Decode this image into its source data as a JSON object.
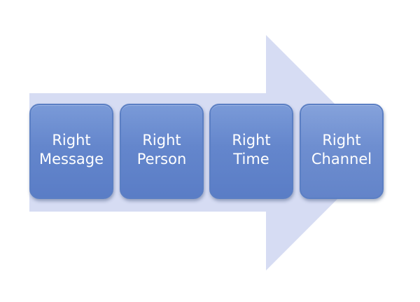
{
  "diagram": {
    "steps": [
      {
        "line1": "Right",
        "line2": "Message"
      },
      {
        "line1": "Right",
        "line2": "Person"
      },
      {
        "line1": "Right",
        "line2": "Time"
      },
      {
        "line1": "Right",
        "line2": "Channel"
      }
    ],
    "colors": {
      "arrow_fill": "#d6dcf3",
      "box_fill": "#6486cc",
      "box_border": "#5b7fc4",
      "text": "#ffffff"
    },
    "icon": "block-arrow-right"
  }
}
